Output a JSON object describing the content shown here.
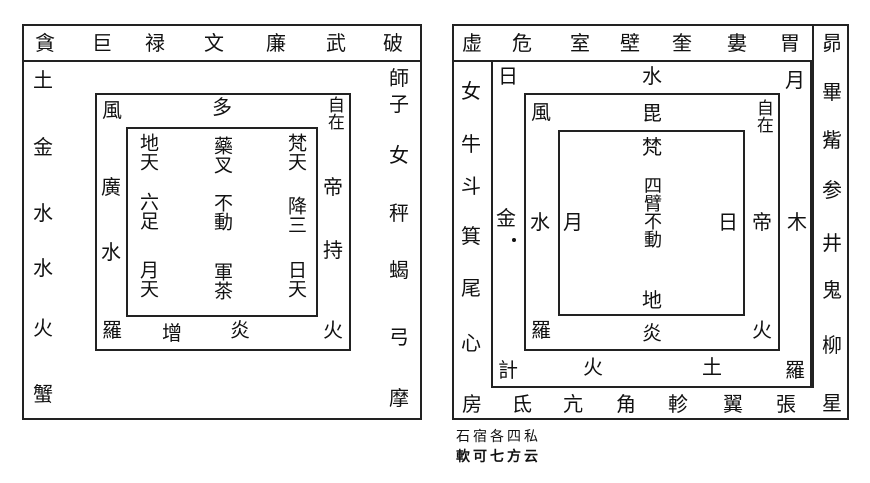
{
  "left": {
    "outer": {
      "top": [
        "貪",
        "巨",
        "禄",
        "文",
        "廉",
        "武",
        "破"
      ],
      "left": [
        "土",
        "金",
        "水",
        "水",
        "火",
        "蟹"
      ],
      "right": [
        "師",
        "子",
        "女",
        "秤",
        "蝎",
        "弓",
        "摩"
      ]
    },
    "middle": {
      "tl": "風",
      "top": "多",
      "tr": "自在",
      "left": [
        "廣",
        "水"
      ],
      "right": [
        "帝",
        "持"
      ],
      "bl": "羅",
      "bottom": [
        "增",
        "炎"
      ],
      "br": "火"
    },
    "inner": {
      "tl": "地天",
      "tc": "藥叉",
      "tr": "梵天",
      "ml": "六足",
      "mc": "不動",
      "mr": "降三",
      "bl": "月天",
      "bc": "軍茶",
      "br": "日天"
    }
  },
  "right": {
    "outer": {
      "top": [
        "虚",
        "危",
        "室",
        "壁",
        "奎",
        "婁",
        "胃"
      ],
      "left": [
        "女",
        "牛",
        "斗",
        "箕",
        "尾",
        "心"
      ],
      "right": [
        "昴",
        "畢",
        "觜",
        "参",
        "井",
        "鬼",
        "柳",
        "星"
      ],
      "bottom": [
        "房",
        "氐",
        "亢",
        "角",
        "軫",
        "翼",
        "張"
      ],
      "left_ring_char": "金"
    },
    "second": {
      "tl": "日",
      "top": "水",
      "tr": "月",
      "right": "木",
      "bl": "計",
      "bottom": [
        "火",
        "土"
      ],
      "br": "羅"
    },
    "third": {
      "tl": "風",
      "tr": "自在",
      "left": "水",
      "right": "帝",
      "bl": "羅",
      "br": "火"
    },
    "inner": {
      "top": "毘",
      "top2": "梵",
      "center": "四臂不動",
      "left": "月",
      "right": "日",
      "bottom": "地",
      "bottom2": "炎"
    }
  },
  "caption": {
    "top": "石宿各四私",
    "bottom": "軟可七方云"
  }
}
